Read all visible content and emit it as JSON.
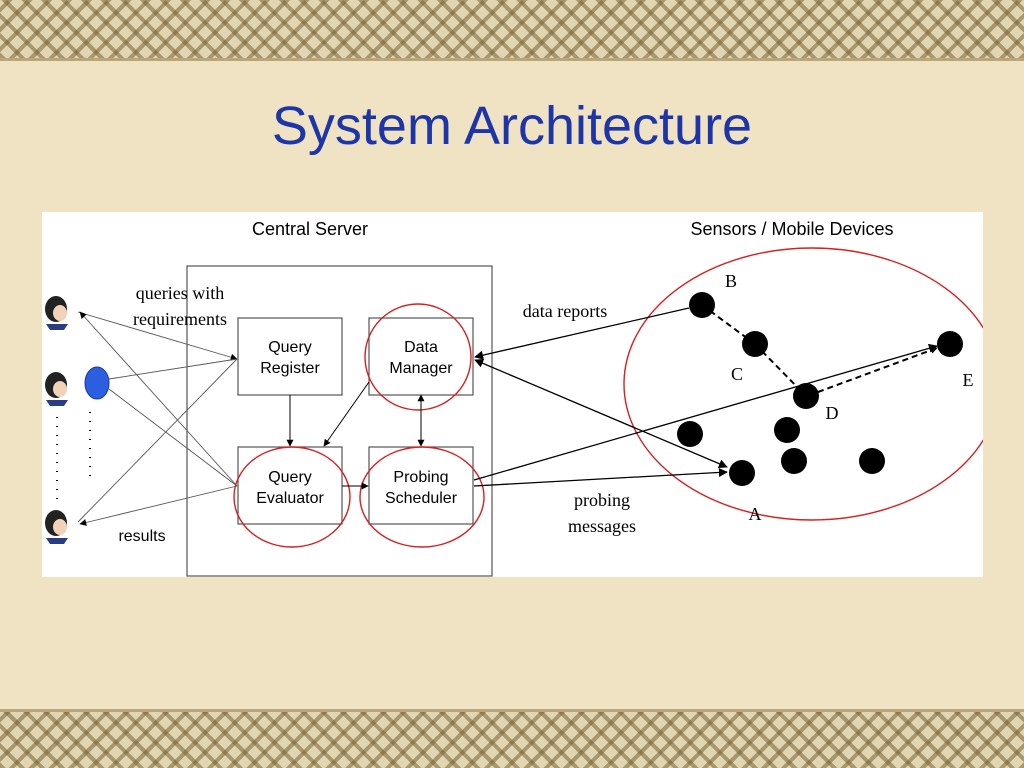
{
  "slide": {
    "title": "System Architecture"
  },
  "diagram": {
    "central_server_label": "Central Server",
    "sensors_label": "Sensors / Mobile Devices",
    "components": {
      "query_register": [
        "Query",
        "Register"
      ],
      "data_manager": [
        "Data",
        "Manager"
      ],
      "query_evaluator": [
        "Query",
        "Evaluator"
      ],
      "probing_scheduler": [
        "Probing",
        "Scheduler"
      ]
    },
    "edge_labels": {
      "queries": [
        "queries with",
        "requirements"
      ],
      "data_reports": "data reports",
      "probing": [
        "probing",
        "messages"
      ],
      "results": "results"
    },
    "sensor_labels": {
      "A": "A",
      "B": "B",
      "C": "C",
      "D": "D",
      "E": "E"
    }
  },
  "colors": {
    "title": "#1d35a8",
    "highlight_circle": "#d42020",
    "user_marker": "#2b5fe0",
    "background": "#efe3c4"
  }
}
